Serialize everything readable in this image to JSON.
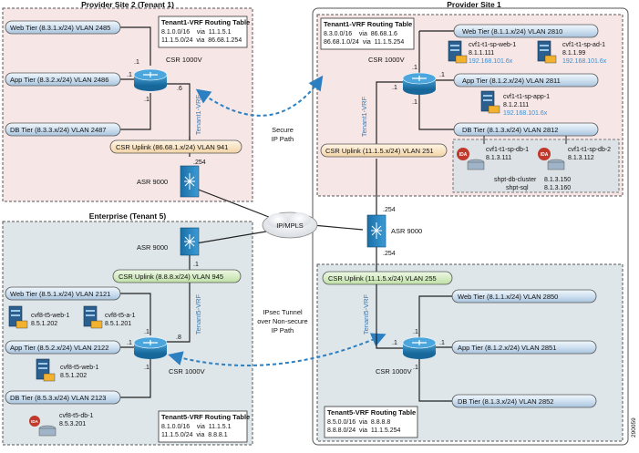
{
  "colors": {
    "site2_bg": "#f6e6e6",
    "site1_bg": "#f6e6e6",
    "enterprise_bg": "#dfe6ea",
    "router_blue": "#1f7fb6",
    "tube_blue": "#d7e6f3",
    "uplink_orange": "#fbe6c8",
    "uplink_green": "#d6ecc6",
    "tunnel_blue": "#2c7fc1",
    "vrf_text": "#2d7cbf",
    "ip_blue": "#3b8fd1"
  },
  "regions": {
    "provider_site2": "Provider Site 2 (Tenant 1)",
    "provider_site1": "Provider Site 1",
    "enterprise": "Enterprise (Tenant 5)"
  },
  "routing_tables": {
    "site2": {
      "title": "Tenant1-VRF Routing Table",
      "rows": [
        "8.1.0.0/16    via  11.1.5.1",
        "11.1.5.0/24  via  86.68.1.254"
      ]
    },
    "site1_t1": {
      "title": "Tenant1-VRF Routing Table",
      "rows": [
        "8.3.0.0/16    via  86.68.1.6",
        "86.68.1.0/24  via  11.1.5.254"
      ]
    },
    "enterprise": {
      "title": "Tenant5-VRF Routing Table",
      "rows": [
        "8.1.0.0/16    via  11.1.5.1",
        "11.1.5.0/24  via  8.8.8.1"
      ]
    },
    "site1_t5": {
      "title": "Tenant5-VRF Routing Table",
      "rows": [
        "8.5.0.0/16  via  8.8.8.8",
        "8.8.8.0/24  via  11.1.5.254"
      ]
    }
  },
  "site2": {
    "web_tier": "Web Tier (8.3.1.x/24)  VLAN 2485",
    "app_tier": "App Tier (8.3.2.x/24)  VLAN 2486",
    "db_tier": "DB Tier (8.3.3.x/24)  VLAN 2487",
    "router": "CSR 1000V",
    "vrf": "Tenant1-VRF",
    "uplink": "CSR Uplink (86.68.1.x/24)  VLAN 941",
    "asr": "ASR 9000",
    "addr_web": ".1",
    "addr_app": ".1",
    "addr_db": ".1",
    "addr_up": ".6",
    "addr_asr": ".254"
  },
  "site1_t1": {
    "web_tier": "Web Tier (8.1.1.x/24)  VLAN 2810",
    "app_tier": "App Tier (8.1.2.x/24)  VLAN 2811",
    "db_tier": "DB Tier (8.1.3.x/24)  VLAN 2812",
    "router": "CSR 1000V",
    "vrf": "Tenant1-VRF",
    "uplink": "CSR Uplink (11.1.5.x/24)  VLAN 251",
    "addr_r1": ".1",
    "addr_r2": ".1",
    "addr_r3": ".1",
    "addr_r4": ".1",
    "web1_name": "cvf1-t1-sp-web-1",
    "web1_ip": "8.1.1.111",
    "web1_ext": "192.168.101.6x",
    "ad1_name": "cvf1-t1-sp-ad-1",
    "ad1_ip": "8.1.1.99",
    "ad1_ext": "192.168.101.6x",
    "app1_name": "cvf1-t1-sp-app-1",
    "app1_ip": "8.1.2.111",
    "app1_ext": "192.168.101.6x",
    "db1_name": "cvf1-t1-sp-db-1",
    "db1_ip": "8.1.3.111",
    "db2_name": "cvf1-t1-sp-db-2",
    "db2_ip": "8.1.3.112",
    "cluster_name": "shpt-db-cluster",
    "cluster_ip": "8.1.3.150",
    "sql_name": "shpt-sql",
    "sql_ip": "8.1.3.160"
  },
  "core": {
    "secure_path": [
      "Secure",
      "IP Path"
    ],
    "ipmpls": "IP/MPLS",
    "asr_site1": "ASR 9000",
    "addr_top": ".254",
    "addr_bottom": ".254",
    "ipsec": [
      "IPsec Tunnel",
      "over Non-secure",
      "IP Path"
    ]
  },
  "enterprise": {
    "asr": "ASR 9000",
    "addr_asr": ".1",
    "uplink": "CSR Uplink (8.8.8.x/24)  VLAN 945",
    "vrf": "Tenant5-VRF",
    "web_tier": "Web Tier (8.5.1.x/24)  VLAN 2121",
    "app_tier": "App Tier (8.5.2.x/24)  VLAN 2122",
    "db_tier": "DB Tier (8.5.3.x/24)  VLAN 2123",
    "router": "CSR 1000V",
    "addr_web": ".1",
    "addr_app": ".1",
    "addr_db": ".1",
    "addr_up": ".8",
    "web1_name": "cvf8-t5-web-1",
    "web1_ip": "8.5.1.202",
    "a1_name": "cvf8-t5-a-1",
    "a1_ip": "8.5.1.201",
    "app_web1_name": "cvf8-t5-web-1",
    "app_web1_ip": "8.5.1.202",
    "db1_name": "cvf8-t5-db-1",
    "db1_ip": "8.5.3.201"
  },
  "site1_t5": {
    "uplink": "CSR Uplink (11.1.5.x/24)  VLAN 255",
    "vrf": "Tenant5-VRF",
    "web_tier": "Web Tier (8.1.1.x/24)  VLAN 2850",
    "app_tier": "App Tier (8.1.2.x/24)  VLAN 2851",
    "db_tier": "DB Tier (8.1.3.x/24)  VLAN 2852",
    "router": "CSR 1000V",
    "addr_r1": ".1",
    "addr_r2": ".1",
    "addr_r3": ".1",
    "addr_r4": ".1"
  },
  "figure_id": "290059"
}
